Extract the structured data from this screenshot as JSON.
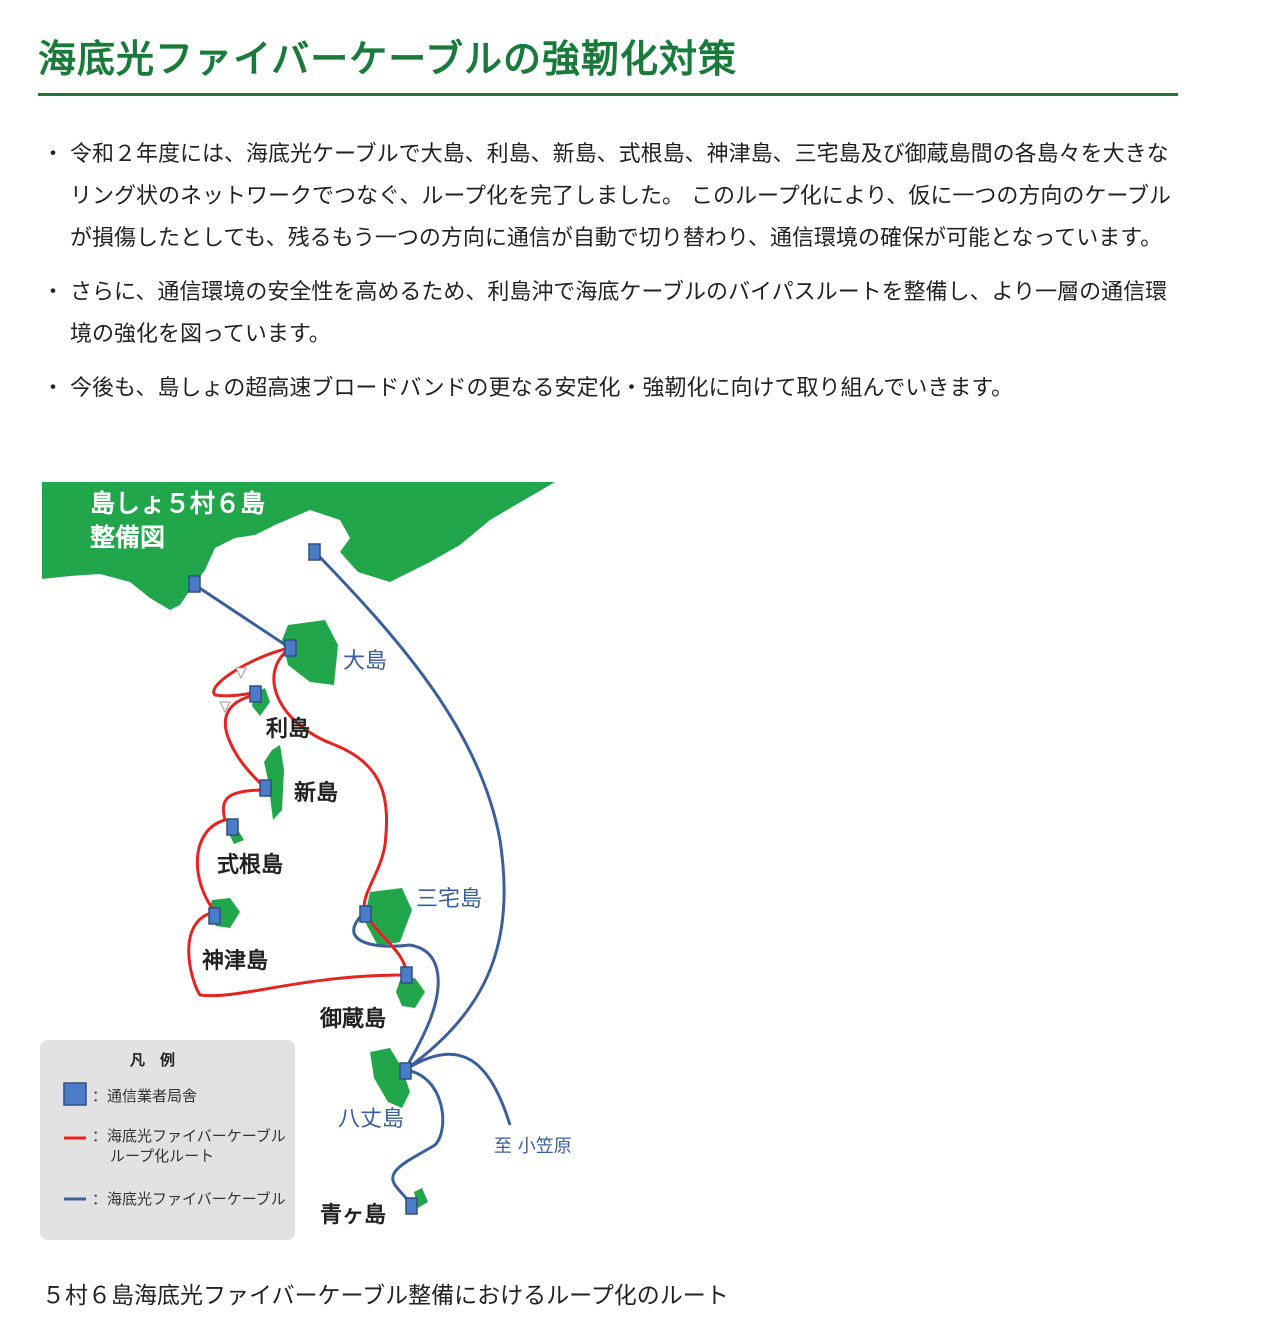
{
  "header": {
    "title": "海底光ファイバーケーブルの強靭化対策"
  },
  "bullets": [
    "令和２年度には、海底光ケーブルで大島、利島、新島、式根島、神津島、三宅島及び御蔵島間の各島々を大きなリング状のネットワークでつなぐ、ループ化を完了しました。 このループ化により、仮に一つの方向のケーブルが損傷したとしても、残るもう一つの方向に通信が自動で切り替わり、通信環境の確保が可能となっています。",
    "さらに、通信環境の安全性を高めるため、利島沖で海底ケーブルのバイパスルートを整備し、より一層の通信環境の強化を図っています。",
    "今後も、島しょの超高速ブロードバンドの更なる安定化・強靭化に向けて取り組んでいきます。"
  ],
  "map": {
    "title_line1": "島しょ５村６島",
    "title_line2": "整備図",
    "islands": {
      "oshima": "大島",
      "toshima": "利島",
      "niijima": "新島",
      "shikinejima": "式根島",
      "kozushima": "神津島",
      "miyakejima": "三宅島",
      "mikurajima": "御蔵島",
      "hachijojima": "八丈島",
      "aogashima": "青ヶ島"
    },
    "to_ogasawara": "至 小笠原",
    "legend": {
      "title": "凡　例",
      "station": "：通信業者局舎",
      "loop_line1": "：海底光ファイバーケーブル",
      "loop_line2": "ループ化ルート",
      "cable": "：海底光ファイバーケーブル"
    },
    "colors": {
      "land": "#22a64b",
      "loop_cable": "#e52421",
      "cable": "#3a5f9a",
      "station": "#4a7cc8",
      "legend_bg": "#e2e2e2"
    }
  },
  "caption": "５村６島海底光ファイバーケーブル整備におけるループ化のルート"
}
